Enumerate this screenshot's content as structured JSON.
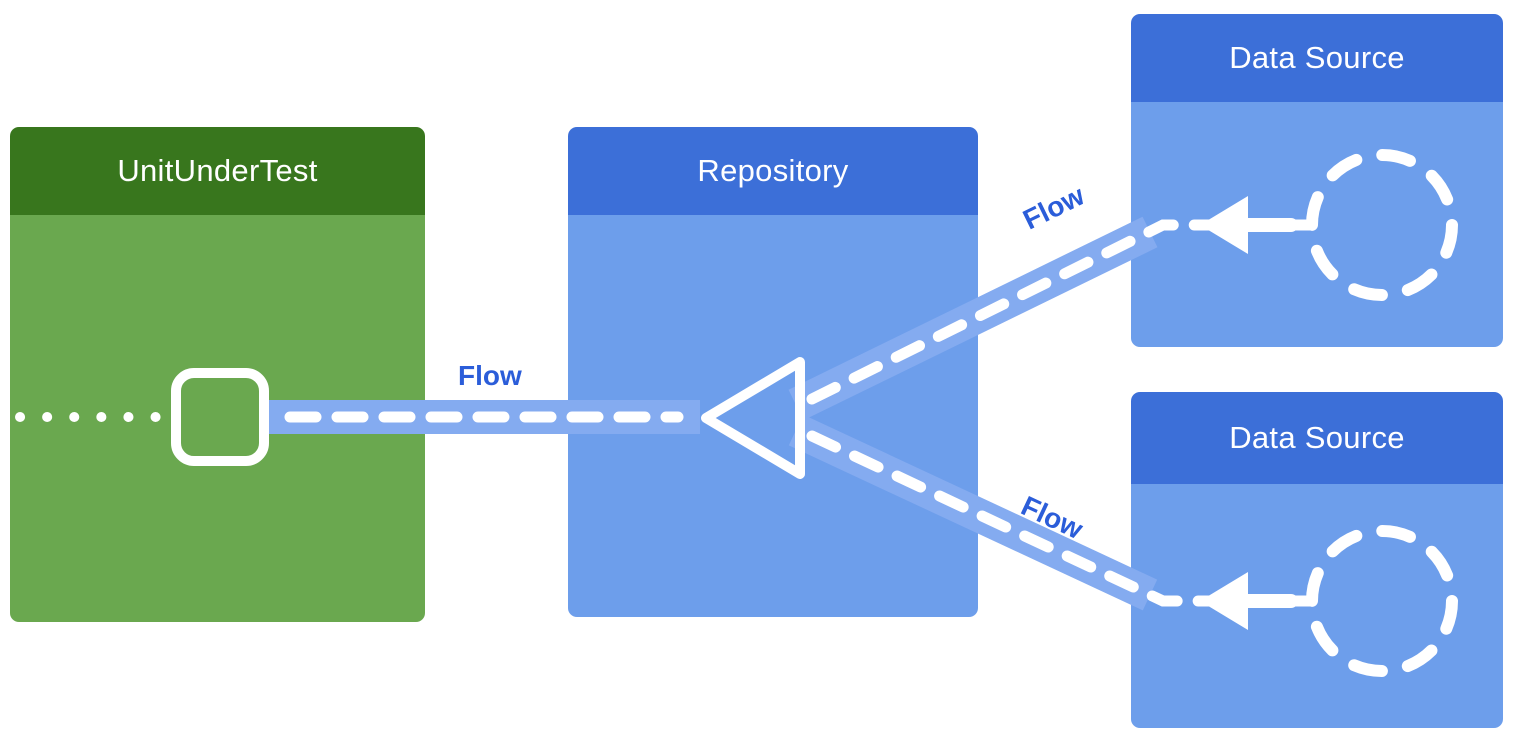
{
  "diagram": {
    "boxes": {
      "unit_under_test": {
        "title": "UnitUnderTest"
      },
      "repository": {
        "title": "Repository"
      },
      "data_source_top": {
        "title": "Data Source"
      },
      "data_source_bottom": {
        "title": "Data Source"
      }
    },
    "flow_labels": {
      "repository_to_unit": "Flow",
      "top_source_to_repository": "Flow",
      "bottom_source_to_repository": "Flow"
    },
    "icons": {
      "collector_square": "square-outline-icon",
      "repository_merge": "triangle-outline-icon",
      "source_emitter_top": "dashed-circle-icon",
      "source_emitter_bottom": "dashed-circle-icon",
      "flow_direction_top": "left-arrow-icon",
      "flow_direction_bottom": "left-arrow-icon"
    },
    "colors": {
      "green_header": "#38761d",
      "green_body": "#6aa84f",
      "blue_header": "#3c6fd8",
      "blue_body": "#6d9eeb",
      "flow_band": "#84abf0",
      "flow_label": "#2b5dd9",
      "connector": "#ffffff"
    }
  }
}
